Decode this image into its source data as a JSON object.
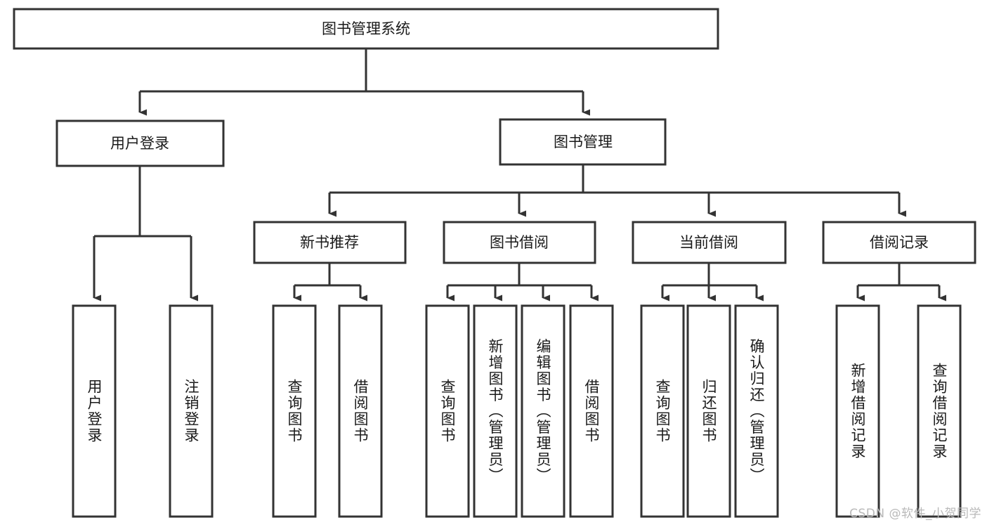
{
  "diagram": {
    "type": "tree-hierarchy",
    "title": "图书管理系统",
    "watermark": "CSDN @软件_小贺同学",
    "colors": {
      "stroke": "#333333",
      "fill": "#ffffff",
      "text": "#1a1a1a",
      "watermark": "#b9b9b9",
      "background": "#ffffff"
    },
    "levels": [
      {
        "level": 0,
        "nodes": [
          {
            "id": "root",
            "label": "图书管理系统",
            "orientation": "horizontal"
          }
        ]
      },
      {
        "level": 1,
        "nodes": [
          {
            "id": "user-login",
            "label": "用户登录",
            "orientation": "horizontal",
            "parent": "root"
          },
          {
            "id": "book-manage",
            "label": "图书管理",
            "orientation": "horizontal",
            "parent": "root"
          }
        ]
      },
      {
        "level": 2,
        "nodes": [
          {
            "id": "new-book-rec",
            "label": "新书推荐",
            "orientation": "horizontal",
            "parent": "book-manage"
          },
          {
            "id": "book-borrow",
            "label": "图书借阅",
            "orientation": "horizontal",
            "parent": "book-manage"
          },
          {
            "id": "current-borrow",
            "label": "当前借阅",
            "orientation": "horizontal",
            "parent": "book-manage"
          },
          {
            "id": "borrow-record",
            "label": "借阅记录",
            "orientation": "horizontal",
            "parent": "book-manage"
          }
        ]
      },
      {
        "level": 3,
        "nodes": [
          {
            "id": "leaf-user-login",
            "label": "用户登录",
            "orientation": "vertical",
            "parent": "user-login"
          },
          {
            "id": "leaf-user-logout",
            "label": "注销登录",
            "orientation": "vertical",
            "parent": "user-login"
          },
          {
            "id": "leaf-rec-query",
            "label": "查询图书",
            "orientation": "vertical",
            "parent": "new-book-rec"
          },
          {
            "id": "leaf-rec-borrow",
            "label": "借阅图书",
            "orientation": "vertical",
            "parent": "new-book-rec"
          },
          {
            "id": "leaf-borrow-query",
            "label": "查询图书",
            "orientation": "vertical",
            "parent": "book-borrow"
          },
          {
            "id": "leaf-borrow-add",
            "label": "新增图书（管理员）",
            "orientation": "vertical",
            "parent": "book-borrow"
          },
          {
            "id": "leaf-borrow-edit",
            "label": "编辑图书（管理员）",
            "orientation": "vertical",
            "parent": "book-borrow"
          },
          {
            "id": "leaf-borrow-lend",
            "label": "借阅图书",
            "orientation": "vertical",
            "parent": "book-borrow"
          },
          {
            "id": "leaf-current-query",
            "label": "查询图书",
            "orientation": "vertical",
            "parent": "current-borrow"
          },
          {
            "id": "leaf-current-return",
            "label": "归还图书",
            "orientation": "vertical",
            "parent": "current-borrow"
          },
          {
            "id": "leaf-current-confirm",
            "label": "确认归还（管理员）",
            "orientation": "vertical",
            "parent": "current-borrow"
          },
          {
            "id": "leaf-record-add",
            "label": "新增借阅记录",
            "orientation": "vertical",
            "parent": "borrow-record"
          },
          {
            "id": "leaf-record-query",
            "label": "查询借阅记录",
            "orientation": "vertical",
            "parent": "borrow-record"
          }
        ]
      }
    ]
  }
}
